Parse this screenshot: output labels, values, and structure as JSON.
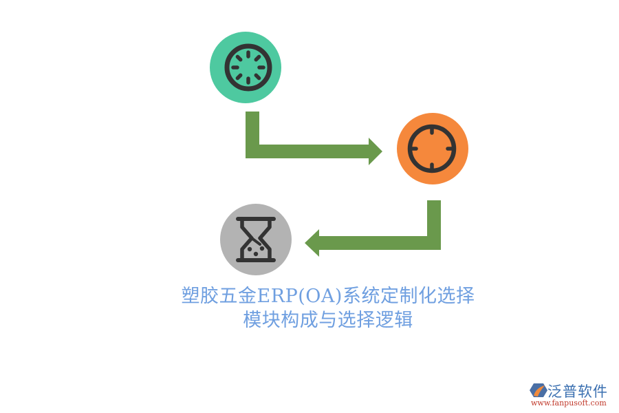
{
  "diagram": {
    "type": "flow",
    "nodes": [
      {
        "id": "step-1",
        "icon": "loading-spinner-icon",
        "color": "#4ec9a0"
      },
      {
        "id": "step-2",
        "icon": "crosshair-target-icon",
        "color": "#f5883c"
      },
      {
        "id": "step-3",
        "icon": "hourglass-icon",
        "color": "#b3b3b3"
      }
    ],
    "edges": [
      {
        "from": "step-1",
        "to": "step-2",
        "color": "#6a994c"
      },
      {
        "from": "step-2",
        "to": "step-3",
        "color": "#6a994c"
      }
    ],
    "icon_stroke_color": "#333333"
  },
  "title": {
    "line1": "塑胶五金ERP(OA)系统定制化选择",
    "line2": "模块构成与选择逻辑",
    "color": "#6f9fe0"
  },
  "watermark": {
    "brand": "泛普软件",
    "url": "www.fanpusoft.com"
  }
}
